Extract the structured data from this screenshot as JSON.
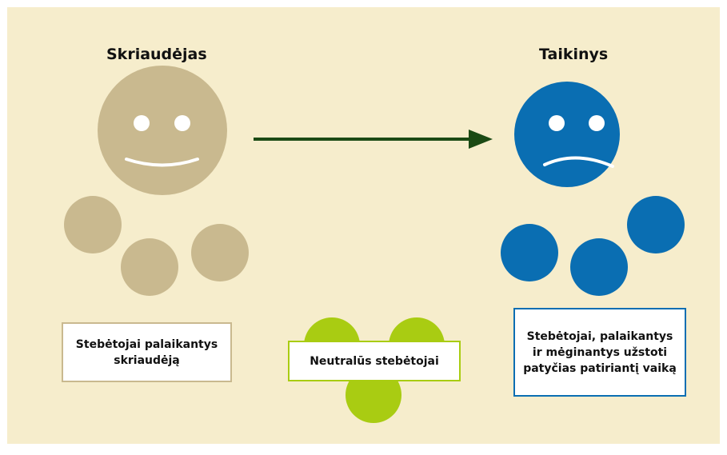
{
  "labels": {
    "bully_title": "Skriaudėjas",
    "target_title": "Taikinys",
    "bully_supporters": "Stebėtojai palaikantys skriaudėją",
    "neutral": "Neutralūs stebėtojai",
    "defenders": "Stebėtojai, palaikantys ir mėginantys užstoti patyčias patiriantį vaiką"
  },
  "colors": {
    "background": "#f6edcc",
    "bully": "#c9b98f",
    "target": "#0a6eb2",
    "neutral": "#a9cc12",
    "arrow": "#1b4a14"
  }
}
